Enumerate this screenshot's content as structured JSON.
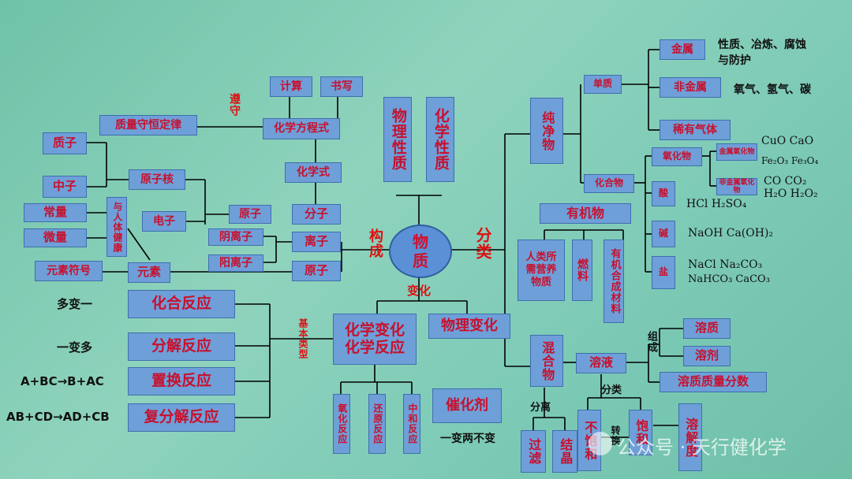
{
  "center": {
    "label_line1": "物",
    "label_line2": "质"
  },
  "properties": {
    "physical": "物理性质",
    "chemical": "化学性质"
  },
  "composition": {
    "relation": "构成",
    "molecule": "分子",
    "ion": "离子",
    "atom": "原子",
    "anion": "阴离子",
    "cation": "阳离子",
    "atom_left": "原子",
    "electron": "电子",
    "nucleus": "原子核",
    "proton": "质子",
    "neutron": "中子",
    "element": "元素",
    "element_symbol": "元素符号",
    "health": "与人体健康",
    "macro": "常量",
    "micro": "微量",
    "chem_formula": "化学式",
    "chem_equation": "化学方程式",
    "calc": "计算",
    "write": "书写",
    "conservation": "质量守恒定律",
    "obey": "遵守"
  },
  "change": {
    "label": "变化",
    "chemical": "化学变化\n化学反应",
    "physical": "物理变化",
    "basic_types": "基本类型",
    "combination": "化合反应",
    "decomposition": "分解反应",
    "displacement": "置换反应",
    "double": "复分解反应",
    "combination_desc": "多变一",
    "decomposition_desc": "一变多",
    "displacement_desc": "A+BC→B+AC",
    "double_desc": "AB+CD→AD+CB",
    "redox_ox": "氧化反应",
    "redox_re": "还原反应",
    "neutral": "中和反应",
    "catalyst": "催化剂",
    "catalyst_desc": "一变两不变"
  },
  "classification": {
    "label": "分类",
    "pure": "纯净物",
    "simple": "单质",
    "compound": "化合物",
    "metal": "金属",
    "metal_desc_1": "性质、冶炼、腐蚀",
    "metal_desc_2": "与防护",
    "nonmetal": "非金属",
    "nonmetal_desc": "氧气、氢气、碳",
    "noble": "稀有气体",
    "oxide": "氧化物",
    "metal_oxide": "金属氧化物",
    "nonmetal_oxide": "非金属氧化物",
    "metal_oxide_ex": "CuO  CaO",
    "metal_oxide_ex2": "Fe₂O₃ Fe₃O₄",
    "nonmetal_oxide_ex": "CO  CO₂",
    "nonmetal_oxide_ex2": "H₂O  H₂O₂",
    "acid": "酸",
    "acid_ex": "HCl  H₂SO₄",
    "base": "碱",
    "base_ex": "NaOH  Ca(OH)₂",
    "salt": "盐",
    "salt_ex": "NaCl  Na₂CO₃",
    "salt_ex2": "NaHCO₃ CaCO₃",
    "organic": "有机物",
    "nutrients": "人类所需营养物质",
    "fuel": "燃料",
    "organic_material": "有机合成材料",
    "mixture": "混合物",
    "solution": "溶液",
    "composition": "组成",
    "solute": "溶质",
    "solvent": "溶剂",
    "mass_fraction": "溶质质量分数",
    "classify": "分类",
    "separate": "分离",
    "unsaturated": "不饱和",
    "saturated": "饱和",
    "transform": "转换",
    "solubility": "溶解度",
    "filter": "过滤",
    "crystallize": "结晶"
  },
  "watermark": "公众号 · 天行健化学"
}
